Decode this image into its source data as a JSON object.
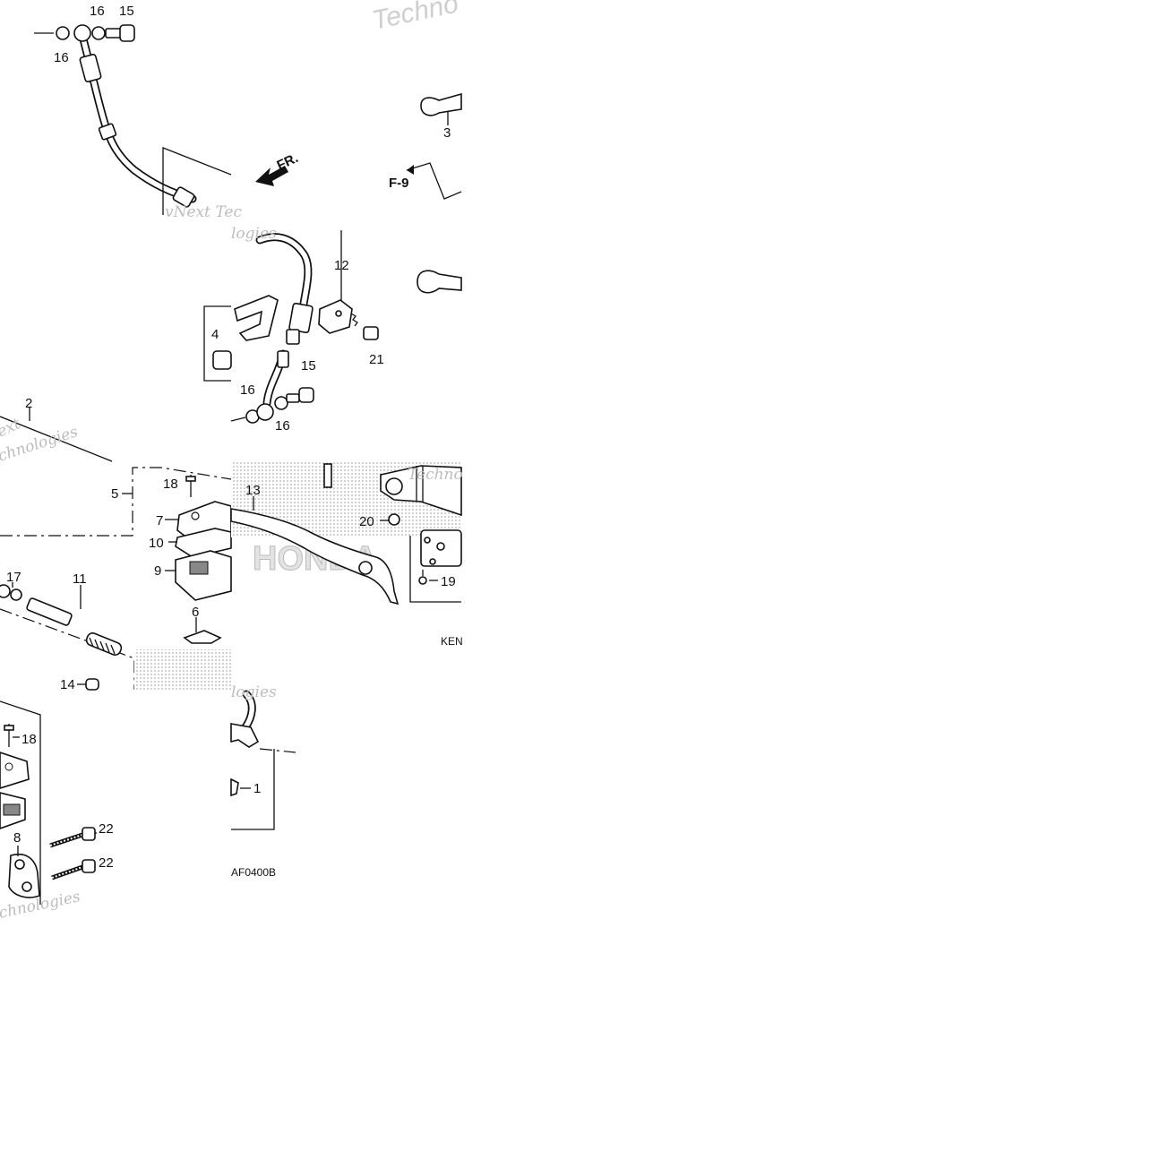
{
  "diagram": {
    "drawing_code_bottom": "AF0400B",
    "drawing_code_right": "KEN",
    "reference": "F-9",
    "front_arrow": "FR.",
    "watermarks": {
      "brand_top": "Techno",
      "vnext": "vNext Tec",
      "logies": "logies",
      "ext": "ext",
      "nologies": "chnologies",
      "technologies": "chnologies",
      "honda": "HONDA"
    },
    "callouts": {
      "c1": "1",
      "c2": "2",
      "c3": "3",
      "c4": "4",
      "c5": "5",
      "c6": "6",
      "c7": "7",
      "c8": "8",
      "c9": "9",
      "c10": "10",
      "c11": "11",
      "c12": "12",
      "c13": "13",
      "c14": "14",
      "c15a": "15",
      "c15b": "15",
      "c16a": "16",
      "c16b": "16",
      "c16c": "16",
      "c16d": "16",
      "c17": "17",
      "c18a": "18",
      "c18b": "18",
      "c19": "19",
      "c20": "20",
      "c21": "21",
      "c22a": "22",
      "c22b": "22"
    }
  }
}
